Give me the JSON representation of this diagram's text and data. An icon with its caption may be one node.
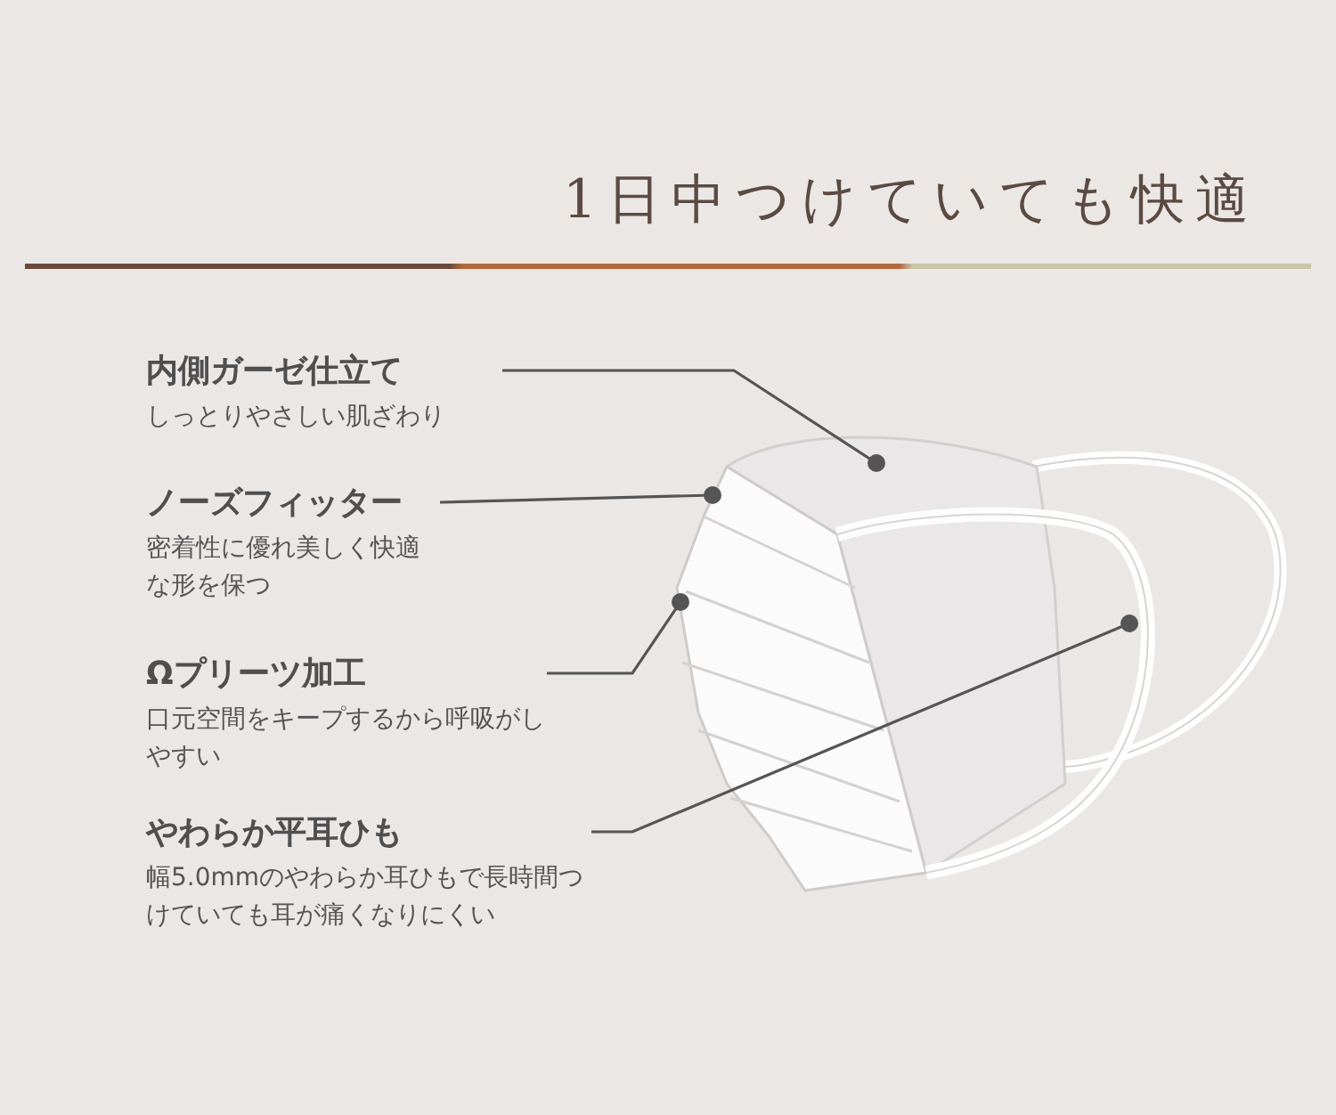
{
  "diagram": {
    "title": "1日中つけていても快適",
    "nodes": [
      {
        "text": [
          "内側ガーゼ仕立て",
          "しっとりやさしい肌ざわり"
        ]
      },
      {
        "text": [
          "ノーズフィッター",
          "密着性に優れ美しく快適な形を保つ"
        ]
      },
      {
        "text": [
          "Ωプリーツ加工",
          "口元空間をキープするから呼吸がしやすい"
        ]
      },
      {
        "text": [
          "やわらか平耳ひも",
          "幅5.0mmのやわらか耳ひもで長時間つけていても耳が痛くなりにくい"
        ]
      }
    ],
    "edges": [
      {
        "from": 0,
        "to": null,
        "arrow": "other"
      },
      {
        "from": 1,
        "to": null,
        "arrow": "other"
      },
      {
        "from": 2,
        "to": null,
        "arrow": "other"
      },
      {
        "from": 3,
        "to": null,
        "arrow": "other"
      }
    ]
  }
}
